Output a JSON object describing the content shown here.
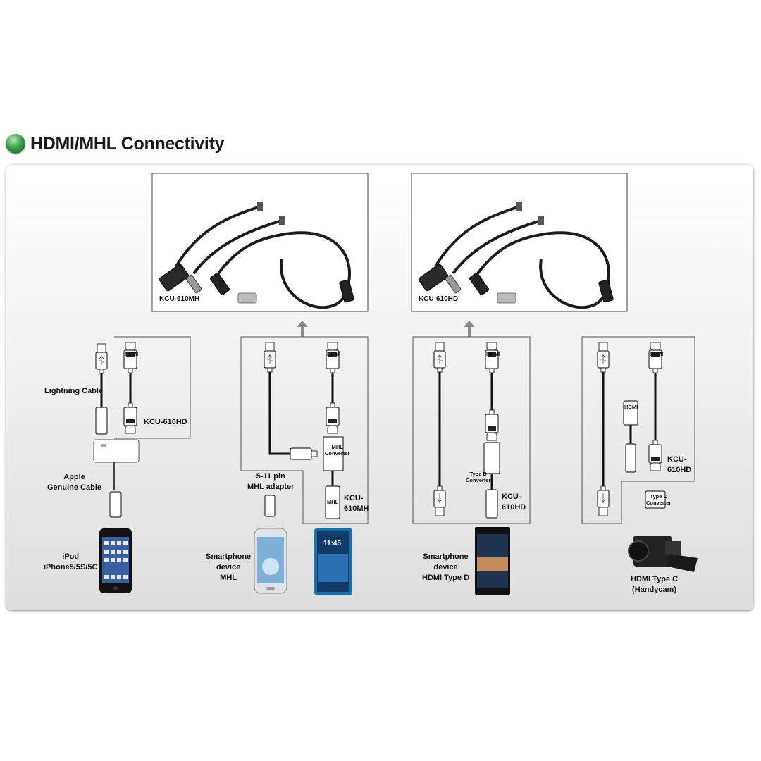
{
  "header": {
    "title": "HDMI/MHL Connectivity"
  },
  "products": {
    "mh": {
      "name": "KCU-610MH"
    },
    "hd": {
      "name": "KCU-610HD"
    }
  },
  "apple": {
    "lightning_cable": "Lightning Cable",
    "genuine_cable": "Apple\nGenuine Cable",
    "device": "iPod\niPhone5/5S/5C",
    "product": "KCU-610HD",
    "hdmi": "HDMI"
  },
  "mhl": {
    "adapter": "5-11 pin\nMHL adapter",
    "converter": "MHL\nConverter",
    "mhl_plug": "MHL",
    "product": "KCU-\n610MH",
    "device": "Smartphone\ndevice\nMHL",
    "hdmi": "HDMI",
    "screen_time": "11:45"
  },
  "typed": {
    "converter": "Type D\nConverter",
    "product": "KCU-\n610HD",
    "device": "Smartphone\ndevice\nHDMI Type D",
    "hdmi": "HDMI"
  },
  "typec": {
    "hdmi": "HDMI",
    "converter": "Type C\nConverter",
    "product": "KCU-\n610HD",
    "device": "HDMI Type C\n(Handycam)"
  },
  "colors": {
    "accent_green": "#2e9a45",
    "arrow_gray": "#8a8a8a"
  }
}
